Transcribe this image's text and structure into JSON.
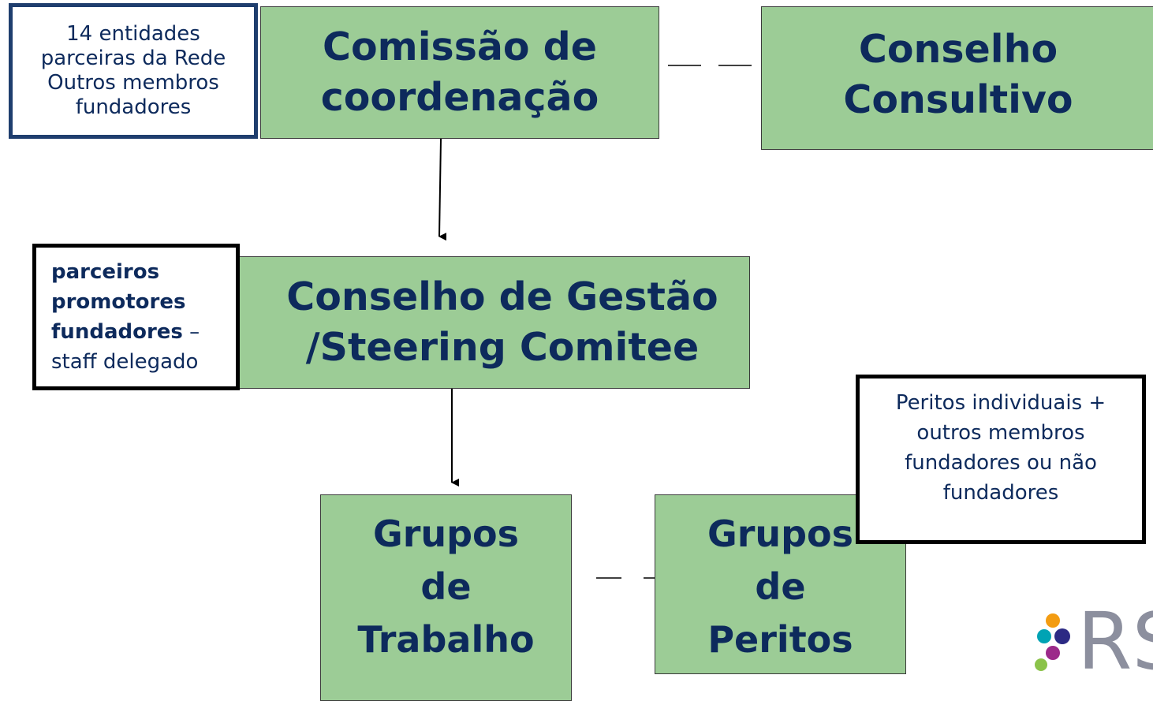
{
  "boxes": {
    "comissao": "Comissão de coordenação",
    "conselho_consultivo": "Conselho Consultivo",
    "conselho_gestao": "Conselho de Gestão /Steering Comitee",
    "grupos_trabalho": "Grupos de Trabalho",
    "grupos_peritos": "Grupos de Peritos"
  },
  "notes": {
    "entidades": "14 entidades parceiras da Rede Outros membros fundadores",
    "parceiros_bold": "parceiros promotores fundadores",
    "parceiros_rest": " – staff  delegado",
    "peritos": "Peritos individuais + outros membros fundadores ou não fundadores"
  },
  "logo": {
    "text": "RS",
    "dot_colors": [
      "#f39c12",
      "#00a3b4",
      "#2c2a84",
      "#9c2a8a",
      "#8bc34a"
    ]
  },
  "colors": {
    "box_fill": "#9ccc96",
    "text_navy": "#0d2a5c",
    "note_border_blue": "#1f3e6e",
    "logo_gray": "#8c8f9e"
  }
}
